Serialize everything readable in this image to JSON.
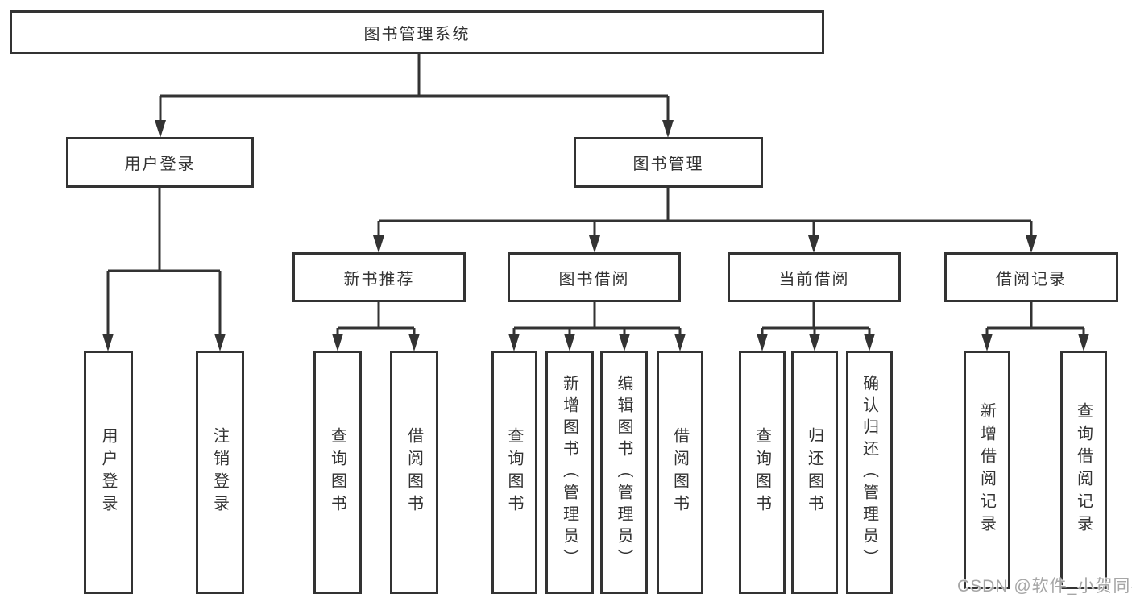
{
  "diagram": {
    "root": {
      "label": "图书管理系统"
    },
    "level2": [
      {
        "label": "用户登录"
      },
      {
        "label": "图书管理"
      }
    ],
    "level3": [
      {
        "label": "新书推荐",
        "parent": "图书管理"
      },
      {
        "label": "图书借阅",
        "parent": "图书管理"
      },
      {
        "label": "当前借阅",
        "parent": "图书管理"
      },
      {
        "label": "借阅记录",
        "parent": "图书管理"
      }
    ],
    "leaves": [
      {
        "label": "用户登录",
        "parent": "用户登录"
      },
      {
        "label": "注销登录",
        "parent": "用户登录"
      },
      {
        "label": "查询图书",
        "parent": "新书推荐"
      },
      {
        "label": "借阅图书",
        "parent": "新书推荐"
      },
      {
        "label": "查询图书",
        "parent": "图书借阅"
      },
      {
        "label": "新增图书（管理员）",
        "parent": "图书借阅"
      },
      {
        "label": "编辑图书（管理员）",
        "parent": "图书借阅"
      },
      {
        "label": "借阅图书",
        "parent": "图书借阅"
      },
      {
        "label": "查询图书",
        "parent": "当前借阅"
      },
      {
        "label": "归还图书",
        "parent": "当前借阅"
      },
      {
        "label": "确认归还（管理员）",
        "parent": "当前借阅"
      },
      {
        "label": "新增借阅记录",
        "parent": "借阅记录"
      },
      {
        "label": "查询借阅记录",
        "parent": "借阅记录"
      }
    ]
  },
  "watermark": {
    "text": "CSDN @软件_小贺同学"
  },
  "colors": {
    "line": "#333333",
    "text": "#333333",
    "background": "#ffffff",
    "watermark": "#a6a6a6"
  }
}
